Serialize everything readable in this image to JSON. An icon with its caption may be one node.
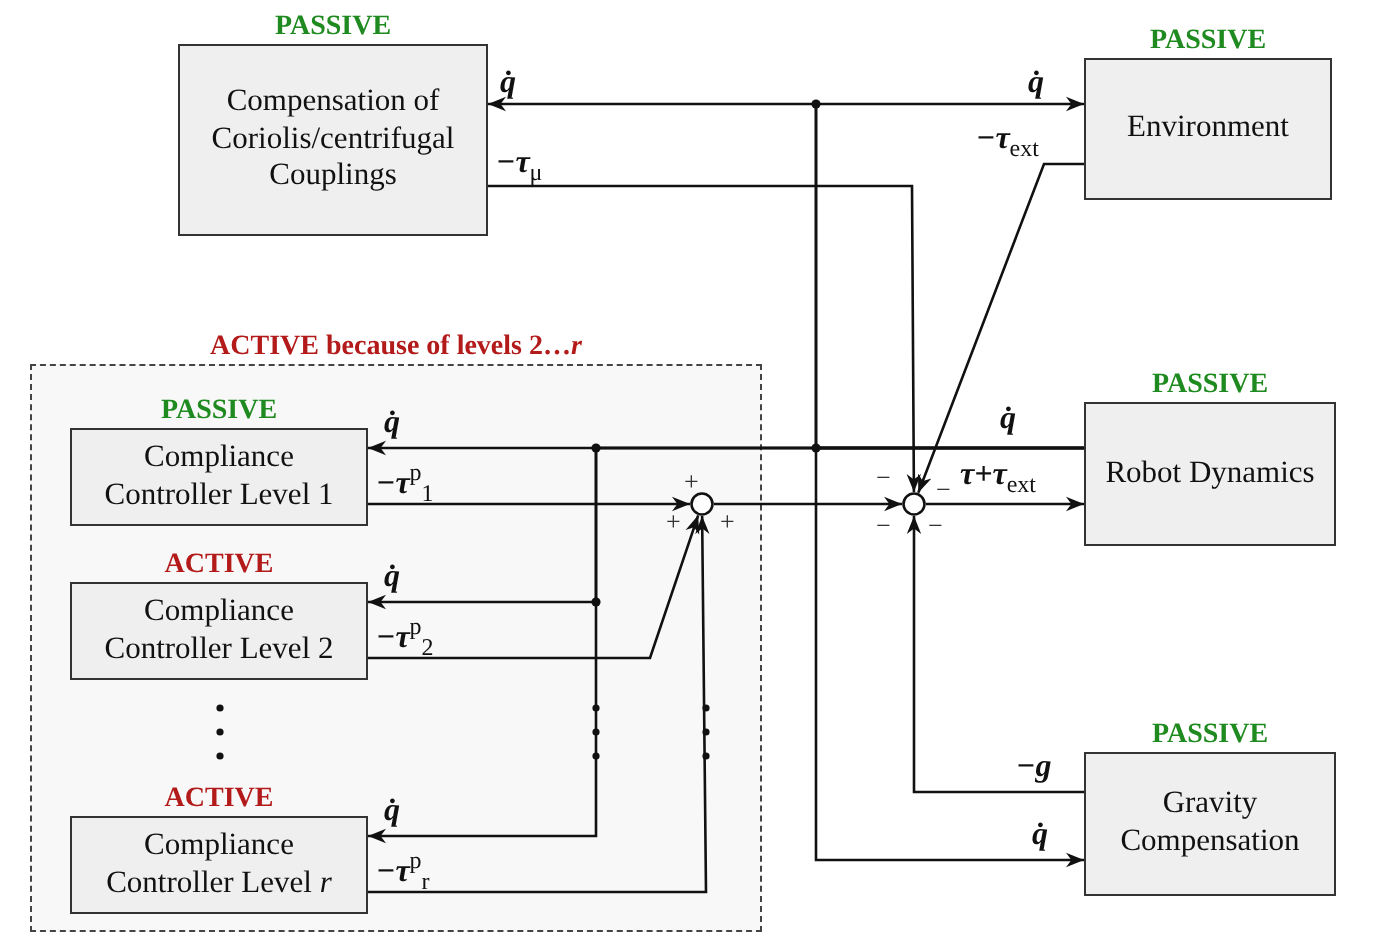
{
  "diagram": {
    "nodes": [
      {
        "text": [
          "PASSIVE",
          "Compensation of Coriolis/centrifugal Couplings"
        ]
      },
      {
        "text": [
          "PASSIVE",
          "Environment"
        ]
      },
      {
        "text": [
          "ACTIVE because of levels 2…*r*"
        ]
      },
      {
        "text": [
          "PASSIVE",
          "Compliance Controller Level 1"
        ],
        "in": 2
      },
      {
        "text": [
          "ACTIVE",
          "Compliance Controller Level 2"
        ],
        "in": 2
      },
      {
        "text": [
          "ACTIVE",
          "Compliance Controller Level *r*"
        ],
        "in": 2
      },
      {
        "text": [
          "PASSIVE",
          "Robot Dynamics"
        ]
      },
      {
        "text": [
          "PASSIVE",
          "Gravity Compensation"
        ]
      },
      {
        "text": [],
        "shape": "circle",
        "in": 2
      },
      {
        "text": [],
        "shape": "circle"
      }
    ],
    "edges": [
      {
        "from": 6,
        "to": 0,
        "arrow": "to",
        "label": "q̇"
      },
      {
        "from": 6,
        "to": 1,
        "arrow": "to",
        "label": "q̇"
      },
      {
        "from": 6,
        "to": 7,
        "arrow": "to",
        "label": "q̇"
      },
      {
        "from": 6,
        "to": 3,
        "arrow": "to",
        "label": "q̇"
      },
      {
        "from": 6,
        "to": 4,
        "arrow": "to",
        "label": "q̇"
      },
      {
        "from": 6,
        "to": 5,
        "arrow": "to",
        "label": "q̇"
      },
      {
        "from": 0,
        "to": 9,
        "arrow": "to",
        "label": "−τ$_{μ}$"
      },
      {
        "from": 1,
        "to": 9,
        "arrow": "to",
        "label": "−τ$_{ext}$"
      },
      {
        "from": 7,
        "to": 9,
        "arrow": "to",
        "label": "−g"
      },
      {
        "from": 8,
        "to": 9,
        "arrow": "to"
      },
      {
        "from": 9,
        "to": 6,
        "arrow": "to",
        "label": "τ+τ$_{ext}$"
      },
      {
        "from": 3,
        "to": 8,
        "arrow": "to",
        "label": "−τ$^{p}$$_{1}$"
      },
      {
        "from": 4,
        "to": 8,
        "arrow": "to",
        "label": "−τ$^{p}$$_{2}$"
      },
      {
        "from": 5,
        "to": 8,
        "arrow": "to",
        "label": "−τ$^{p}$$_{r}$"
      }
    ],
    "labels": [
      "q̇",
      "+",
      "+",
      "+",
      "−",
      "−",
      "−",
      "−"
    ]
  }
}
